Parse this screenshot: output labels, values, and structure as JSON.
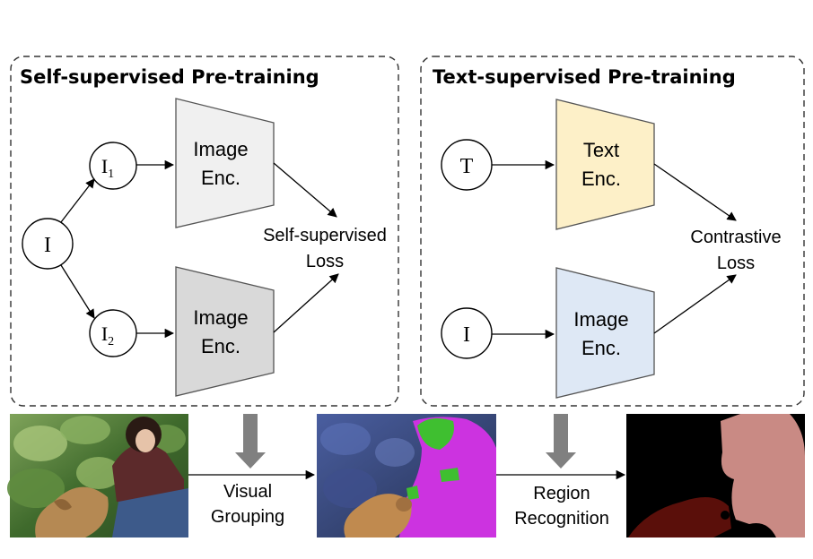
{
  "self_supervised": {
    "title": "Self-supervised Pre-training",
    "input_node": "I",
    "view1_base": "I",
    "view1_sub": "1",
    "view2_base": "I",
    "view2_sub": "2",
    "encoder_top": {
      "line1": "Image",
      "line2": "Enc."
    },
    "encoder_bottom": {
      "line1": "Image",
      "line2": "Enc."
    },
    "loss_line1": "Self-supervised",
    "loss_line2": "Loss",
    "colors": {
      "encoder_top_fill": "#f0f0f0",
      "encoder_bottom_fill": "#d9d9d9"
    }
  },
  "text_supervised": {
    "title": "Text-supervised Pre-training",
    "text_node": "T",
    "image_node": "I",
    "text_encoder": {
      "line1": "Text",
      "line2": "Enc."
    },
    "image_encoder": {
      "line1": "Image",
      "line2": "Enc."
    },
    "loss_line1": "Contrastive",
    "loss_line2": "Loss",
    "colors": {
      "text_encoder_fill": "#fdf0c8",
      "image_encoder_fill": "#dee8f5"
    }
  },
  "pipeline": {
    "step1_line1": "Visual",
    "step1_line2": "Grouping",
    "step2_line1": "Region",
    "step2_line2": "Recognition",
    "images": [
      "input-photo",
      "grouped-segments-photo",
      "segmentation-mask"
    ],
    "colors": {
      "arrow_gray": "#808080",
      "mask_person": "#c98a84",
      "mask_cat": "#5a0f0a"
    }
  }
}
